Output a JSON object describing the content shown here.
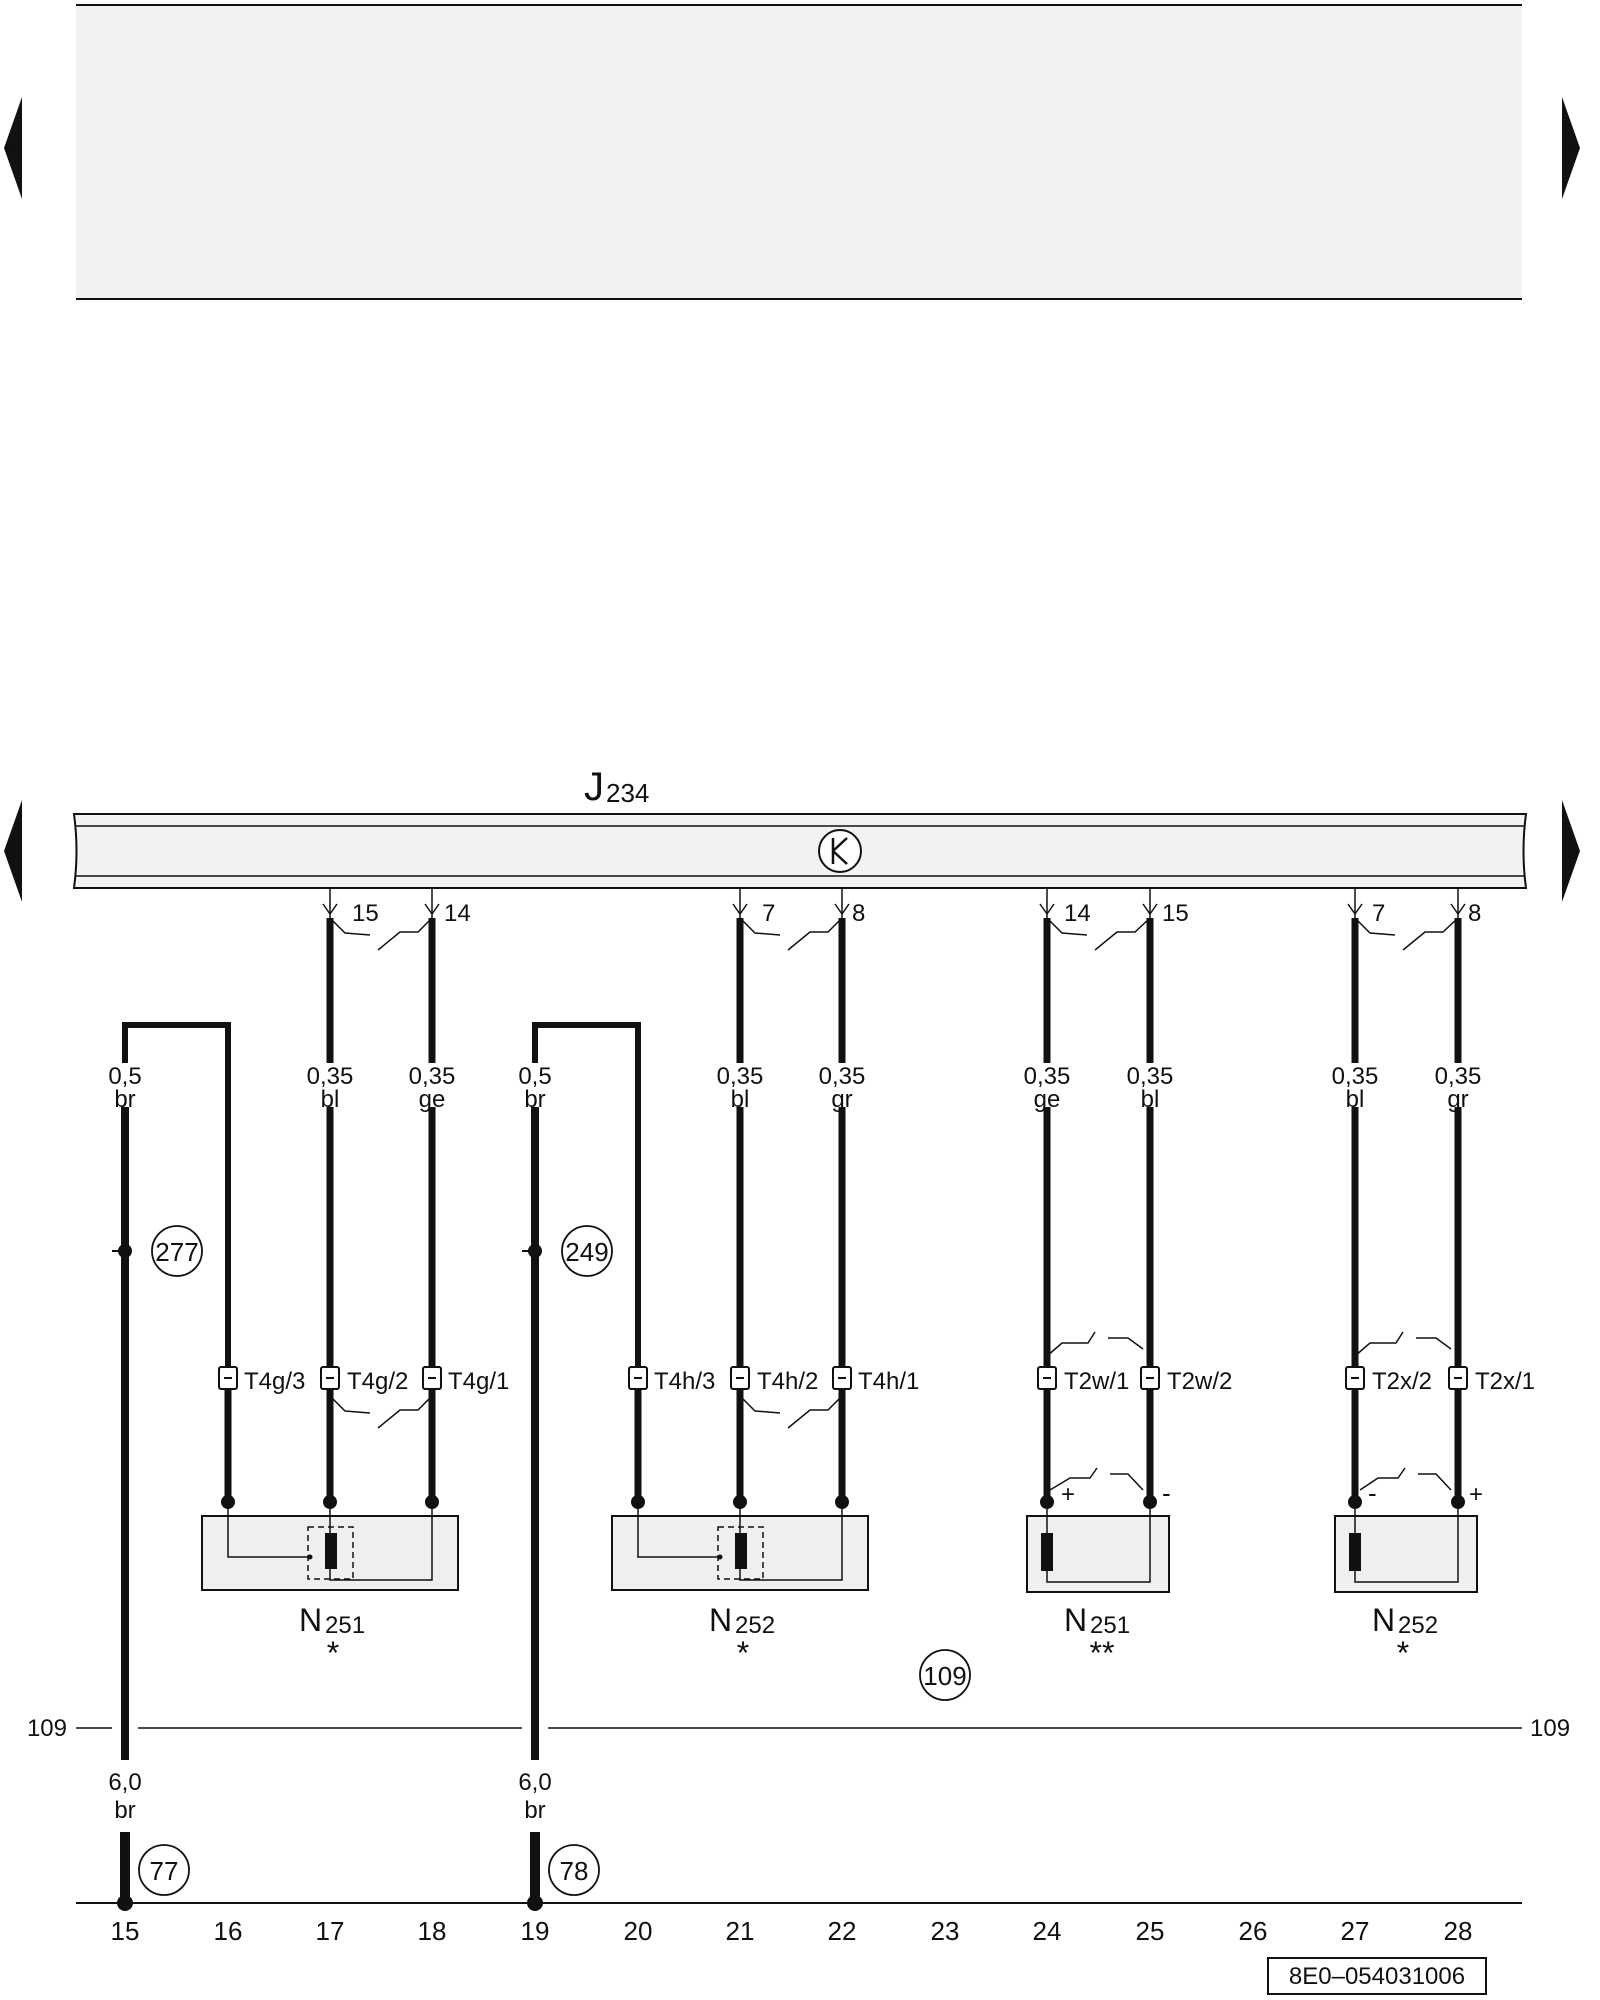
{
  "header_panel": {},
  "control_unit": {
    "label": "J",
    "subscript": "234"
  },
  "wires": [
    {
      "id": "w15",
      "size": "0,5",
      "color": "br"
    },
    {
      "id": "w17",
      "pin": "15",
      "size": "0,35",
      "color": "bl",
      "connector": "T4g/2"
    },
    {
      "id": "w18",
      "pin": "14",
      "size": "0,35",
      "color": "ge",
      "connector": "T4g/1"
    },
    {
      "id": "w19",
      "size": "0,5",
      "color": "br"
    },
    {
      "id": "w21",
      "pin": "7",
      "size": "0,35",
      "color": "bl",
      "connector": "T4h/2"
    },
    {
      "id": "w22",
      "pin": "8",
      "size": "0,35",
      "color": "gr",
      "connector": "T4h/1"
    },
    {
      "id": "w24",
      "pin": "14",
      "size": "0,35",
      "color": "ge",
      "connector": "T2w/1"
    },
    {
      "id": "w25",
      "pin": "15",
      "size": "0,35",
      "color": "bl",
      "connector": "T2w/2"
    },
    {
      "id": "w27",
      "pin": "7",
      "size": "0,35",
      "color": "bl",
      "connector": "T2x/2"
    },
    {
      "id": "w28",
      "pin": "8",
      "size": "0,35",
      "color": "gr",
      "connector": "T2x/1"
    }
  ],
  "extra_connectors": {
    "c16": "T4g/3",
    "c20": "T4h/3"
  },
  "components": [
    {
      "id": "n251a",
      "label": "N",
      "subscript": "251",
      "note": "*"
    },
    {
      "id": "n252a",
      "label": "N",
      "subscript": "252",
      "note": "*"
    },
    {
      "id": "n251b",
      "label": "N",
      "subscript": "251",
      "note": "**",
      "plus": "+",
      "minus": "-"
    },
    {
      "id": "n252b",
      "label": "N",
      "subscript": "252",
      "note": "*",
      "plus": "+",
      "minus": "-"
    }
  ],
  "references": {
    "r277": "277",
    "r249": "249",
    "r109": "109",
    "r77": "77",
    "r78": "78"
  },
  "ground_wires": [
    {
      "size": "6,0",
      "color": "br"
    },
    {
      "size": "6,0",
      "color": "br"
    }
  ],
  "ground_line": {
    "left_label": "109",
    "right_label": "109"
  },
  "bus_label": "J",
  "columns": [
    "15",
    "16",
    "17",
    "18",
    "19",
    "20",
    "21",
    "22",
    "23",
    "24",
    "25",
    "26",
    "27",
    "28"
  ],
  "doc_number": "8E0–054031006"
}
